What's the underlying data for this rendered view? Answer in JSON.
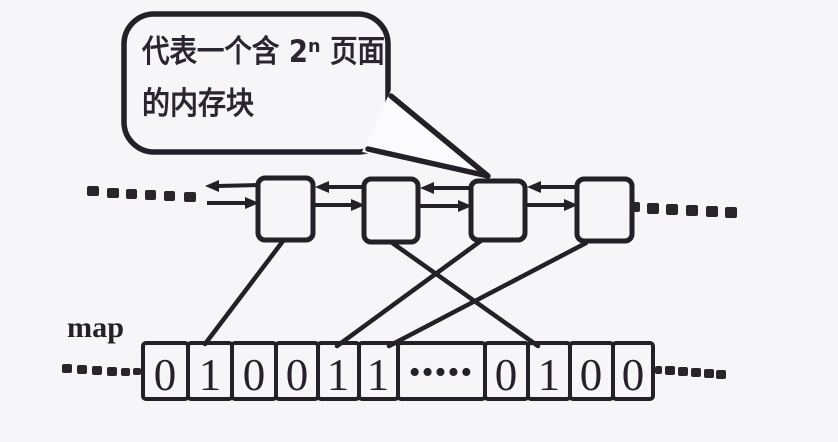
{
  "colors": {
    "background": "#f6f6f8",
    "ink": "#232028",
    "fill_light": "#fbfbfd"
  },
  "bubble": {
    "line1": "代表一个含 2ⁿ 页面",
    "line2": "的内存块"
  },
  "free_list": {
    "node_count": 4,
    "direction": "doubly-linked"
  },
  "bitmap": {
    "label": "map",
    "cells": [
      "0",
      "1",
      "0",
      "0",
      "1",
      "1",
      "•••••",
      "0",
      "1",
      "0",
      "0"
    ]
  }
}
